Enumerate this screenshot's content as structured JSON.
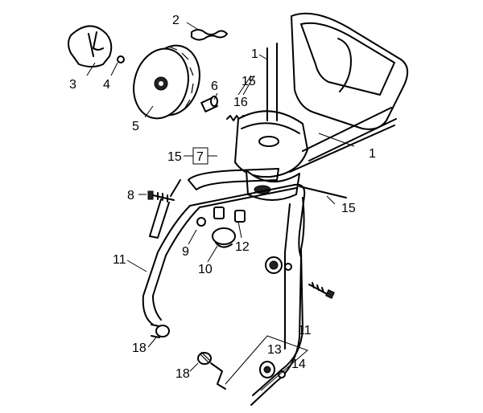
{
  "callouts": {
    "c1a": "1",
    "c1b": "1",
    "c2": "2",
    "c3": "3",
    "c4": "4",
    "c5": "5",
    "c6": "6",
    "c7": "7",
    "c8": "8",
    "c9": "9",
    "c10": "10",
    "c11a": "11",
    "c11b": "11",
    "c12": "12",
    "c13": "13",
    "c14": "14",
    "c15a": "15",
    "c15b": "15",
    "c15c": "15",
    "c16": "16",
    "c18a": "18",
    "c18b": "18"
  }
}
